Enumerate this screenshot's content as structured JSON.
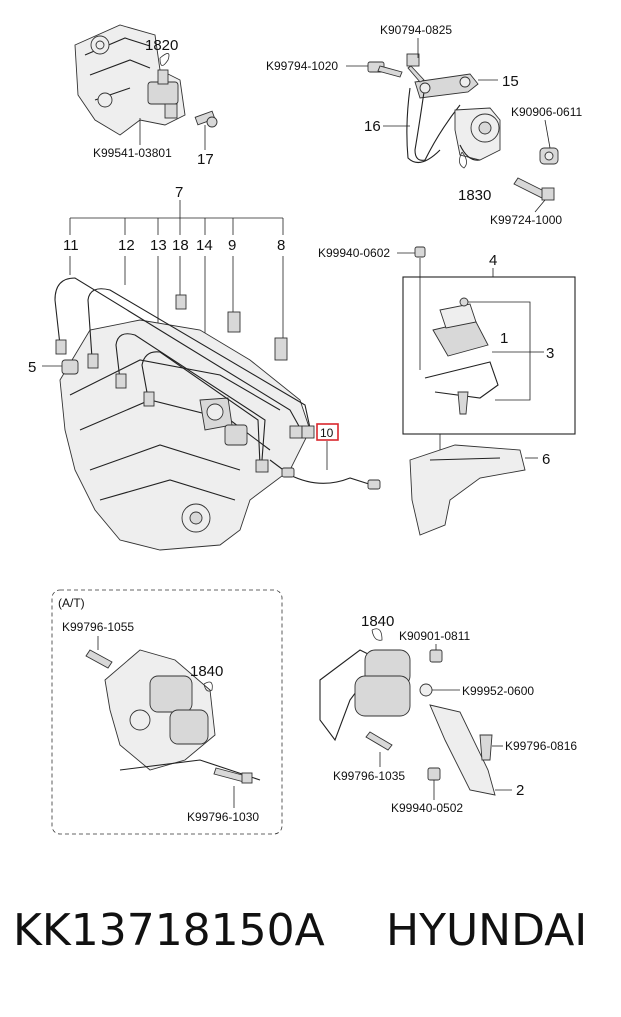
{
  "callouts": {
    "c1820": "1820",
    "c1830": "1830",
    "c1840_at": "1840",
    "c1840_mt": "1840",
    "at_note": "(A/T)"
  },
  "parts": {
    "p17": "17",
    "p15": "15",
    "p16": "16",
    "p7": "7",
    "p11": "11",
    "p12": "12",
    "p13": "13",
    "p18": "18",
    "p14": "14",
    "p9": "9",
    "p8": "8",
    "p5": "5",
    "p10": "10",
    "p4": "4",
    "p1": "1",
    "p3": "3",
    "p6": "6",
    "p2": "2"
  },
  "codes": {
    "k99541_03801": "K99541-03801",
    "k90794_0825": "K90794-0825",
    "k99794_1020": "K99794-1020",
    "k90906_0611": "K90906-0611",
    "k99724_1000": "K99724-1000",
    "k99940_0602": "K99940-0602",
    "k99796_1055": "K99796-1055",
    "k99796_1030": "K99796-1030",
    "k90901_0811": "K90901-0811",
    "k99952_0600": "K99952-0600",
    "k99796_0816": "K99796-0816",
    "k99796_1035": "K99796-1035",
    "k99940_0502": "K99940-0502"
  },
  "highlight_color": "#d9262c",
  "footer": {
    "part_number": "KK13718150A",
    "brand": "HYUNDAI"
  }
}
